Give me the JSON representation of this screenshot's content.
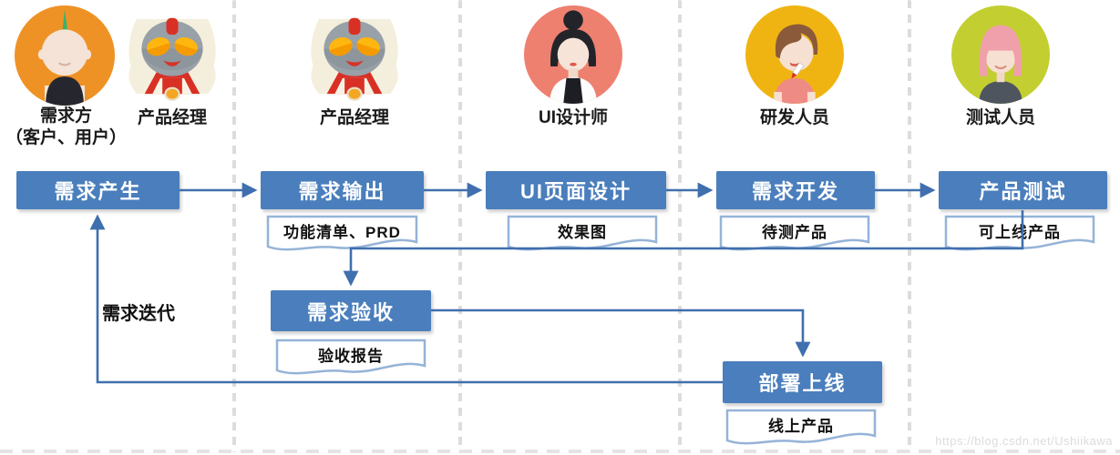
{
  "colors": {
    "process_box": "#4a7ebc",
    "connector": "#3f6fae",
    "doc_border": "#95b3d7",
    "lane_divider": "#dcdcdc"
  },
  "roles": [
    {
      "id": "demander",
      "label": "需求方",
      "label2": "（客户、用户）",
      "avatar": "punk-person",
      "avatar_bg": "#ef9226"
    },
    {
      "id": "product-manager",
      "label": "产品经理",
      "avatar": "robot",
      "avatar_bg": "#f4efdc"
    },
    {
      "id": "product-manager-2",
      "label": "产品经理",
      "avatar": "robot",
      "avatar_bg": "#f4efdc"
    },
    {
      "id": "ui-designer",
      "label": "UI设计师",
      "avatar": "woman-bun",
      "avatar_bg": "#ee8070"
    },
    {
      "id": "developer",
      "label": "研发人员",
      "avatar": "boy-pencil",
      "avatar_bg": "#f0b412"
    },
    {
      "id": "tester",
      "label": "测试人员",
      "avatar": "woman-pink-bob",
      "avatar_bg": "#c3cf31"
    }
  ],
  "process_boxes": [
    {
      "id": "requirement-origin",
      "label": "需求产生"
    },
    {
      "id": "requirement-output",
      "label": "需求输出"
    },
    {
      "id": "ui-page-design",
      "label": "UI页面设计"
    },
    {
      "id": "requirement-development",
      "label": "需求开发"
    },
    {
      "id": "product-testing",
      "label": "产品测试"
    },
    {
      "id": "requirement-acceptance",
      "label": "需求验收"
    },
    {
      "id": "deploy-online",
      "label": "部署上线"
    }
  ],
  "documents": [
    {
      "id": "feature-list-prd",
      "label": "功能清单、PRD"
    },
    {
      "id": "effect-drawing",
      "label": "效果图"
    },
    {
      "id": "product-to-test",
      "label": "待测产品"
    },
    {
      "id": "launchable-product",
      "label": "可上线产品"
    },
    {
      "id": "acceptance-report",
      "label": "验收报告"
    },
    {
      "id": "online-product",
      "label": "线上产品"
    }
  ],
  "loop_label": "需求迭代",
  "watermark": "https://blog.csdn.net/Ushiikawa"
}
